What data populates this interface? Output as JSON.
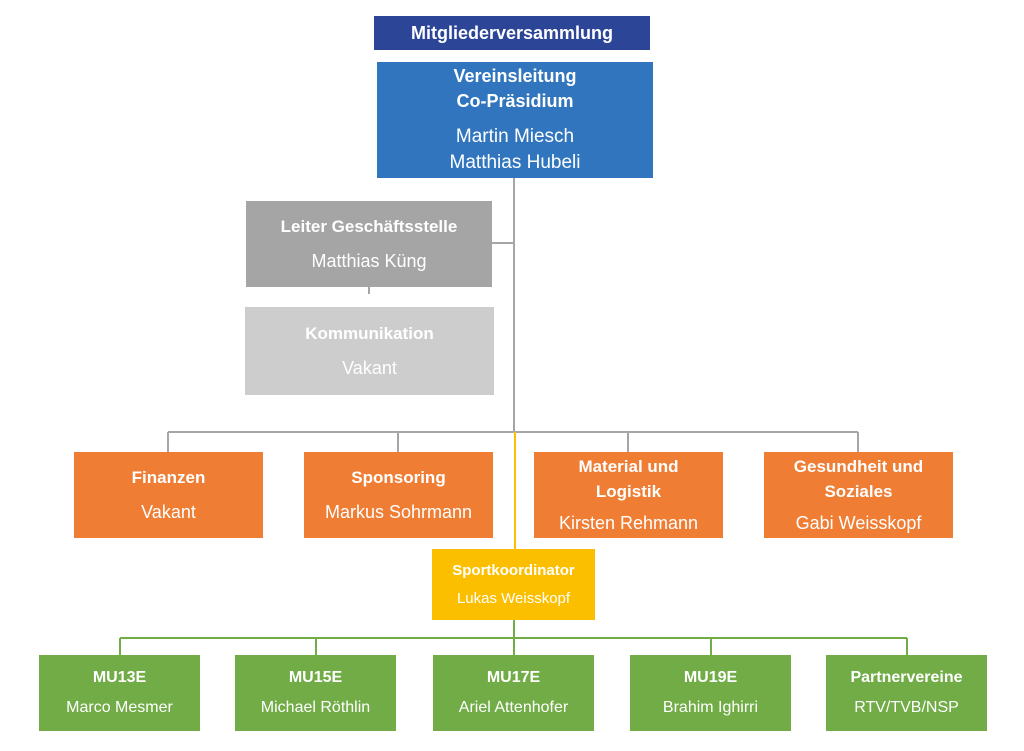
{
  "assembly": {
    "title": "Mitgliederversammlung"
  },
  "lead": {
    "title_line1": "Vereinsleitung",
    "title_line2": "Co-Präsidium",
    "name_line1": "Martin Miesch",
    "name_line2": "Matthias Hubeli"
  },
  "office": {
    "title": "Leiter Geschäftsstelle",
    "name": "Matthias Küng"
  },
  "communication": {
    "title": "Kommunikation",
    "name": "Vakant"
  },
  "departments": [
    {
      "title": "Finanzen",
      "name": "Vakant"
    },
    {
      "title": "Sponsoring",
      "name": "Markus Sohrmann"
    },
    {
      "title_line1": "Material und",
      "title_line2": "Logistik",
      "name": "Kirsten Rehmann"
    },
    {
      "title_line1": "Gesundheit und",
      "title_line2": "Soziales",
      "name": "Gabi Weisskopf"
    }
  ],
  "coordinator": {
    "title": "Sportkoordinator",
    "name": "Lukas Weisskopf"
  },
  "teams": [
    {
      "title": "MU13E",
      "name": "Marco Mesmer"
    },
    {
      "title": "MU15E",
      "name": "Michael Röthlin"
    },
    {
      "title": "MU17E",
      "name": "Ariel Attenhofer"
    },
    {
      "title": "MU19E",
      "name": "Brahim Ighirri"
    },
    {
      "title": "Partnervereine",
      "name": "RTV/TVB/NSP"
    }
  ],
  "colors": {
    "assembly": "#2d4596",
    "lead": "#3075bd",
    "office": "#a5a5a5",
    "communication": "#cdcdcd",
    "departments": "#ef7d33",
    "coordinator": "#fbbf00",
    "teams": "#71ac47",
    "connector_gray": "#a6a6a6",
    "connector_yellow": "#fbbf00",
    "connector_green": "#71ac47"
  }
}
